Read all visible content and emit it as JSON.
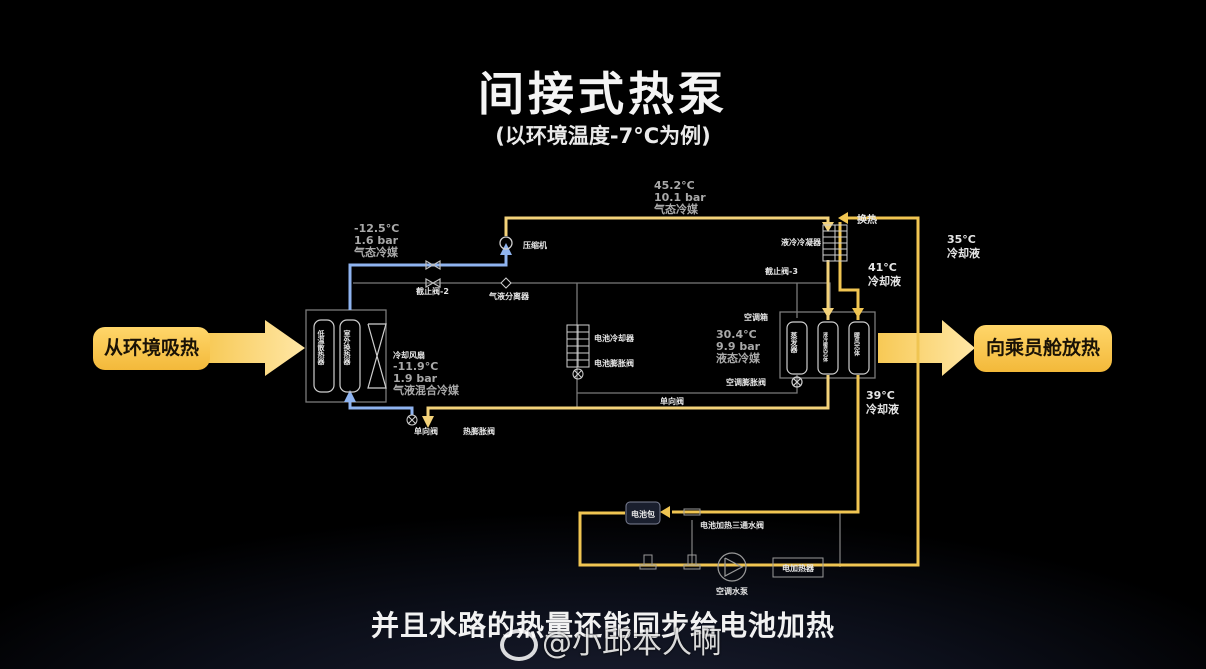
{
  "header": {
    "title": "间接式热泵",
    "subtitle": "(以环境温度-7°C为例)"
  },
  "caption": "并且水路的热量还能同步给电池加热",
  "watermark": "@小邱本人啊",
  "colors": {
    "background": "#000000",
    "refrigerant_hot": "#f3d27a",
    "refrigerant_cold": "#8fb4f0",
    "coolant": "#f0c552",
    "pipe_grey": "#6b6b6b",
    "pill_fill": "#f6c64a",
    "text_grey": "#a9a9a9"
  },
  "heat_flow": {
    "absorb_label": "从环境吸热",
    "release_label": "向乘员舱放热"
  },
  "states": {
    "compressor_inlet": {
      "temp": "-12.5°C",
      "pressure": "1.6 bar",
      "phase": "气态冷媒"
    },
    "compressor_outlet": {
      "temp": "45.2°C",
      "pressure": "10.1 bar",
      "phase": "气态冷媒"
    },
    "after_condenser": {
      "temp": "30.4°C",
      "pressure": "9.9 bar",
      "phase": "液态冷媒"
    },
    "evaporator_in": {
      "temp": "-11.9°C",
      "pressure": "1.9 bar",
      "phase": "气液混合冷媒"
    }
  },
  "coolant_temps": [
    {
      "temp": "35°C",
      "label": "冷却液"
    },
    {
      "temp": "41°C",
      "label": "冷却液"
    },
    {
      "temp": "39°C",
      "label": "冷却液"
    }
  ],
  "components": {
    "compressor": "压缩机",
    "accumulator": "气液分离器",
    "shutoff_valve_2": "截止阀-2",
    "shutoff_valve_3": "截止阀-3",
    "liquid_condenser": "液冷冷凝器",
    "heat_exchange": "换热",
    "battery_chiller": "电池冷却器",
    "battery_expansion_valve": "电池膨胀阀",
    "hvac_box": "空调箱",
    "hvac_expansion_valve": "空调膨胀阀",
    "check_valve_mid": "单向阀",
    "check_valve_low": "单向阀",
    "thermal_expansion_valve": "热膨胀阀",
    "cooling_fan": "冷却风扇",
    "front_core_left": "低温散热器",
    "front_core_right": "室外换热器",
    "hvac_core_1": "蒸发器",
    "hvac_core_2": "液冷暖风芯体",
    "hvac_core_3": "暖风芯体",
    "battery_pack": "电池包",
    "battery_3way_valve": "电池加热三通水阀",
    "water_pump": "空调水泵",
    "electric_heater": "电加热器"
  }
}
